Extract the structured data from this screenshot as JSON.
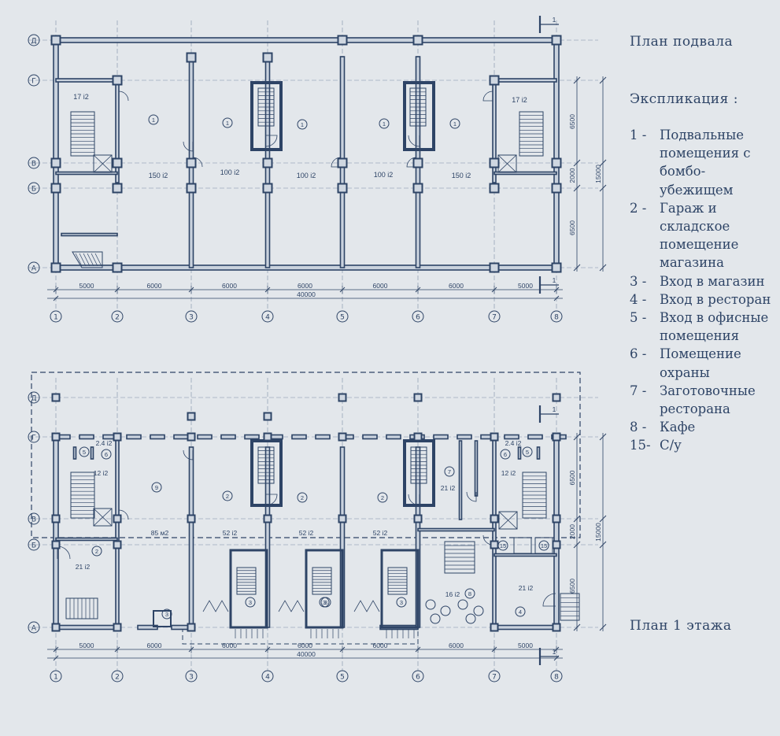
{
  "plan_basement": {
    "title": "План подвала",
    "axes_x": [
      "1",
      "2",
      "3",
      "4",
      "5",
      "6",
      "7",
      "8"
    ],
    "axes_y": [
      "Д",
      "Г",
      "В",
      "Б",
      "А"
    ],
    "dims_bottom": [
      "5000",
      "6000",
      "6000",
      "6000",
      "6000",
      "6000",
      "5000"
    ],
    "total": "40000",
    "dims_right": [
      "6500",
      "2000",
      "6500"
    ],
    "dims_right_total": "15000",
    "section_mark": "1",
    "room_numbers": [
      "1",
      "1",
      "1",
      "1",
      "1"
    ],
    "areas": [
      "17 i2",
      "17 i2",
      "150 i2",
      "100 i2",
      "100 i2",
      "100 i2",
      "150 i2"
    ]
  },
  "plan_first": {
    "title": "План 1 этажа",
    "axes_x": [
      "1",
      "2",
      "3",
      "4",
      "5",
      "6",
      "7",
      "8"
    ],
    "axes_y": [
      "Д",
      "Г",
      "В",
      "Б",
      "А"
    ],
    "dims_bottom": [
      "5000",
      "6000",
      "6000",
      "6000",
      "6000",
      "6000",
      "5000"
    ],
    "total": "40000",
    "dims_right": [
      "6500",
      "2000",
      "6500"
    ],
    "dims_right_total": "15000",
    "section_mark": "1",
    "room_numbers": [
      "5",
      "6",
      "5",
      "6",
      "9",
      "2",
      "2",
      "2",
      "7",
      "2",
      "3",
      "3",
      "3",
      "3",
      "3",
      "8",
      "4",
      "15",
      "15"
    ],
    "areas": [
      "2.4 i2",
      "2.4 i2",
      "12 i2",
      "12 i2",
      "21 i2",
      "85 м2",
      "52 i2",
      "52 i2",
      "52 i2",
      "21 i2",
      "16 i2",
      "21 i2"
    ]
  },
  "legend": {
    "heading": "Экспликация :",
    "items": [
      {
        "num": "1 -",
        "text": "Подвальные помещения с бомбо- убежищем"
      },
      {
        "num": "2 -",
        "text": "Гараж и складское помещение магазина"
      },
      {
        "num": "3 -",
        "text": "Вход в магазин"
      },
      {
        "num": "4 -",
        "text": "Вход в ресторан"
      },
      {
        "num": "5 -",
        "text": "Вход в офисные помещения"
      },
      {
        "num": "6 -",
        "text": "Помещение охраны"
      },
      {
        "num": "7 -",
        "text": "Заготовочные ресторана"
      },
      {
        "num": "8 -",
        "text": "Кафе"
      },
      {
        "num": "15-",
        "text": "С/у"
      }
    ]
  },
  "colors": {
    "background": "#e3e7eb",
    "line": "#2e4466",
    "grid": "#7d8da5"
  }
}
